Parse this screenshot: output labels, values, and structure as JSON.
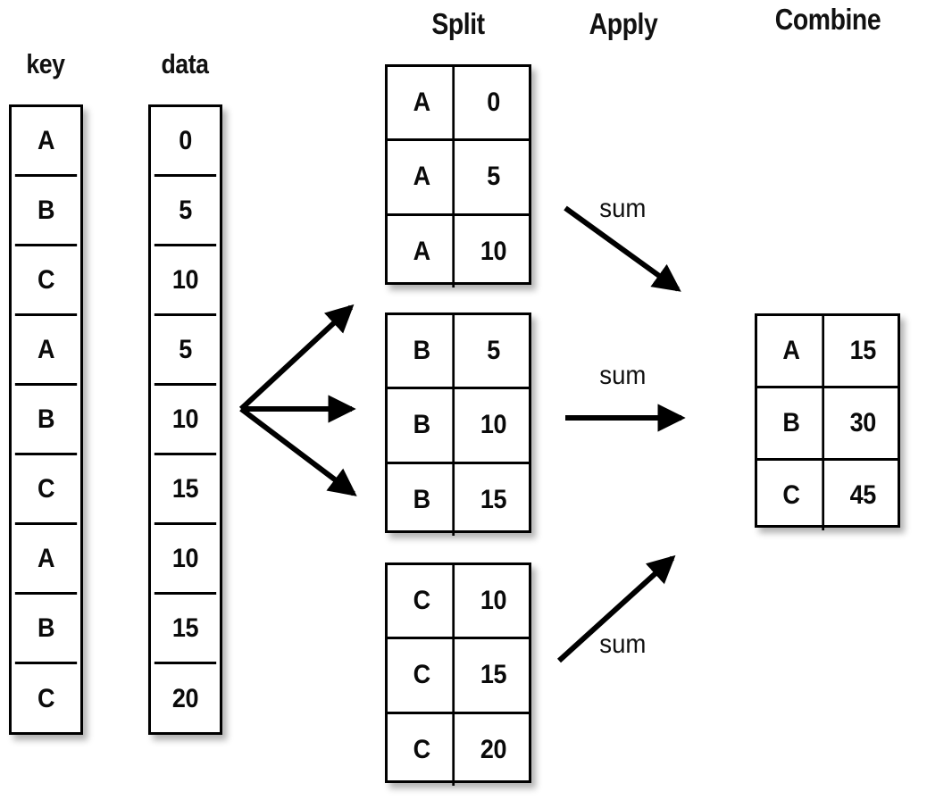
{
  "diagram": {
    "title_split": "Split",
    "title_apply": "Apply",
    "title_combine": "Combine",
    "label_key": "key",
    "label_data": "data",
    "operation_label": "sum"
  },
  "source": {
    "key_column": {
      "header": "key",
      "values": [
        "A",
        "B",
        "C",
        "A",
        "B",
        "C",
        "A",
        "B",
        "C"
      ]
    },
    "data_column": {
      "header": "data",
      "values": [
        "0",
        "5",
        "10",
        "5",
        "10",
        "15",
        "10",
        "15",
        "20"
      ]
    }
  },
  "split_tables": [
    {
      "group": "A",
      "rows": [
        {
          "key": "A",
          "value": "0"
        },
        {
          "key": "A",
          "value": "5"
        },
        {
          "key": "A",
          "value": "10"
        }
      ]
    },
    {
      "group": "B",
      "rows": [
        {
          "key": "B",
          "value": "5"
        },
        {
          "key": "B",
          "value": "10"
        },
        {
          "key": "B",
          "value": "15"
        }
      ]
    },
    {
      "group": "C",
      "rows": [
        {
          "key": "C",
          "value": "10"
        },
        {
          "key": "C",
          "value": "15"
        },
        {
          "key": "C",
          "value": "20"
        }
      ]
    }
  ],
  "apply_arrows": [
    {
      "label": "sum",
      "group": "A"
    },
    {
      "label": "sum",
      "group": "B"
    },
    {
      "label": "sum",
      "group": "C"
    }
  ],
  "combine_table": {
    "rows": [
      {
        "key": "A",
        "value": "15"
      },
      {
        "key": "B",
        "value": "30"
      },
      {
        "key": "C",
        "value": "45"
      }
    ]
  },
  "colors": {
    "stroke": "#000000",
    "background": "#ffffff",
    "text": "#0a0a0a"
  }
}
